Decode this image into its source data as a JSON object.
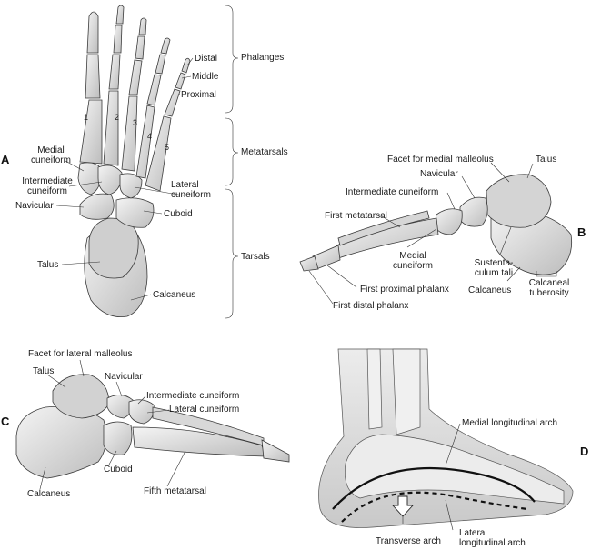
{
  "panels": {
    "a": "A",
    "b": "B",
    "c": "C",
    "d": "D"
  },
  "panel_a": {
    "groups": {
      "phalanges": "Phalanges",
      "metatarsals": "Metatarsals",
      "tarsals": "Tarsals"
    },
    "phalanx_labels": {
      "distal": "Distal",
      "middle": "Middle",
      "proximal": "Proximal"
    },
    "digits": [
      "1",
      "2",
      "3",
      "4",
      "5"
    ],
    "medial_cuneiform": "Medial\ncuneiform",
    "intermediate_cuneiform": "Intermediate\ncuneiform",
    "navicular": "Navicular",
    "talus": "Talus",
    "lateral_cuneiform": "Lateral\ncuneiform",
    "cuboid": "Cuboid",
    "calcaneus": "Calcaneus"
  },
  "panel_b": {
    "facet_medial_malleolus": "Facet for medial malleolus",
    "talus": "Talus",
    "navicular": "Navicular",
    "intermediate_cuneiform": "Intermediate cuneiform",
    "first_metatarsal": "First metatarsal",
    "medial_cuneiform": "Medial\ncuneiform",
    "sustentaculum_tali": "Sustenta-\nculum tali",
    "calcaneus": "Calcaneus",
    "calcaneal_tuberosity": "Calcaneal\ntuberosity",
    "first_proximal_phalanx": "First proximal phalanx",
    "first_distal_phalanx": "First distal phalanx"
  },
  "panel_c": {
    "facet_lateral_malleolus": "Facet for lateral malleolus",
    "talus": "Talus",
    "navicular": "Navicular",
    "intermediate_cuneiform": "Intermediate cuneiform",
    "lateral_cuneiform": "Lateral cuneiform",
    "cuboid": "Cuboid",
    "calcaneus": "Calcaneus",
    "fifth_metatarsal": "Fifth metatarsal"
  },
  "panel_d": {
    "medial_longitudinal_arch": "Medial longitudinal arch",
    "transverse_arch": "Transverse arch",
    "lateral_longitudinal_arch": "Lateral\nlongitudinal arch"
  },
  "colors": {
    "bone": "#e6e6e6",
    "bone_shade": "#b5b5b5",
    "skin": "#d8d8d8",
    "outline": "#3a3a3a",
    "text": "#1a1a1a"
  }
}
